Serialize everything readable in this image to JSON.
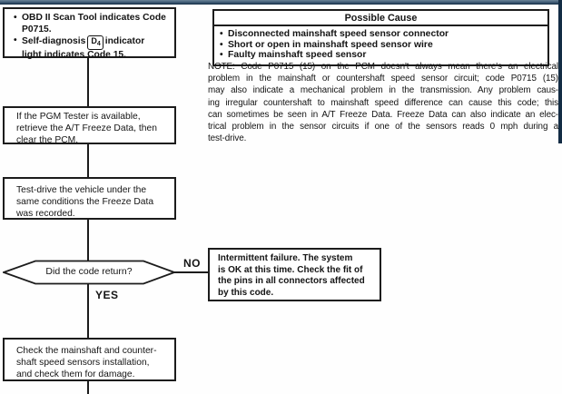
{
  "symptom_box": {
    "bullet1_lines": [
      "OBD II Scan Tool indicates Code",
      "P0715."
    ],
    "bullet2_line1_pre": "Self-diagnosis",
    "indicator": {
      "letter": "D",
      "sub": "4"
    },
    "bullet2_line1_post": "indicator",
    "bullet2_line2": "light indicates Code 15."
  },
  "possible_cause": {
    "title": "Possible Cause",
    "items": [
      "Disconnected mainshaft speed sensor connector",
      "Short or open in mainshaft speed sensor wire",
      "Faulty mainshaft speed sensor"
    ]
  },
  "note": {
    "lines": [
      "NOTE: Code P0715 (15) on the PCM doesn't always mean there's an electrical",
      "problem in the mainshaft or countershaft speed sensor circuit; code P0715 (15)",
      "may also indicate a mechanical problem in the transmission. Any problem caus-",
      "ing irregular countershaft to mainshaft speed difference can cause this code; this",
      "can sometimes be seen in A/T Freeze Data. Freeze Data can also indicate an elec-",
      "trical problem in the sensor circuits if one of the sensors reads 0 mph during a",
      "test-drive."
    ]
  },
  "steps": {
    "pgm_tester": {
      "lines": [
        "If the PGM Tester is available,",
        "retrieve the A/T Freeze Data, then",
        "clear the PCM."
      ]
    },
    "test_drive": {
      "lines": [
        "Test-drive the vehicle under the",
        "same conditions the Freeze Data",
        "was recorded."
      ]
    },
    "check_sensors": {
      "lines": [
        "Check the mainshaft and counter-",
        "shaft speed sensors installation,",
        "and check them for damage."
      ]
    }
  },
  "decision": {
    "question": "Did the code return?",
    "no_label": "NO",
    "yes_label": "YES"
  },
  "intermittent": {
    "lines": [
      "Intermittent failure. The system",
      "is OK at this time. Check the fit of",
      "the pins in all connectors affected",
      "by this code."
    ]
  },
  "colors": {
    "topbar": "#132c44",
    "line": "#1c1c1c"
  }
}
